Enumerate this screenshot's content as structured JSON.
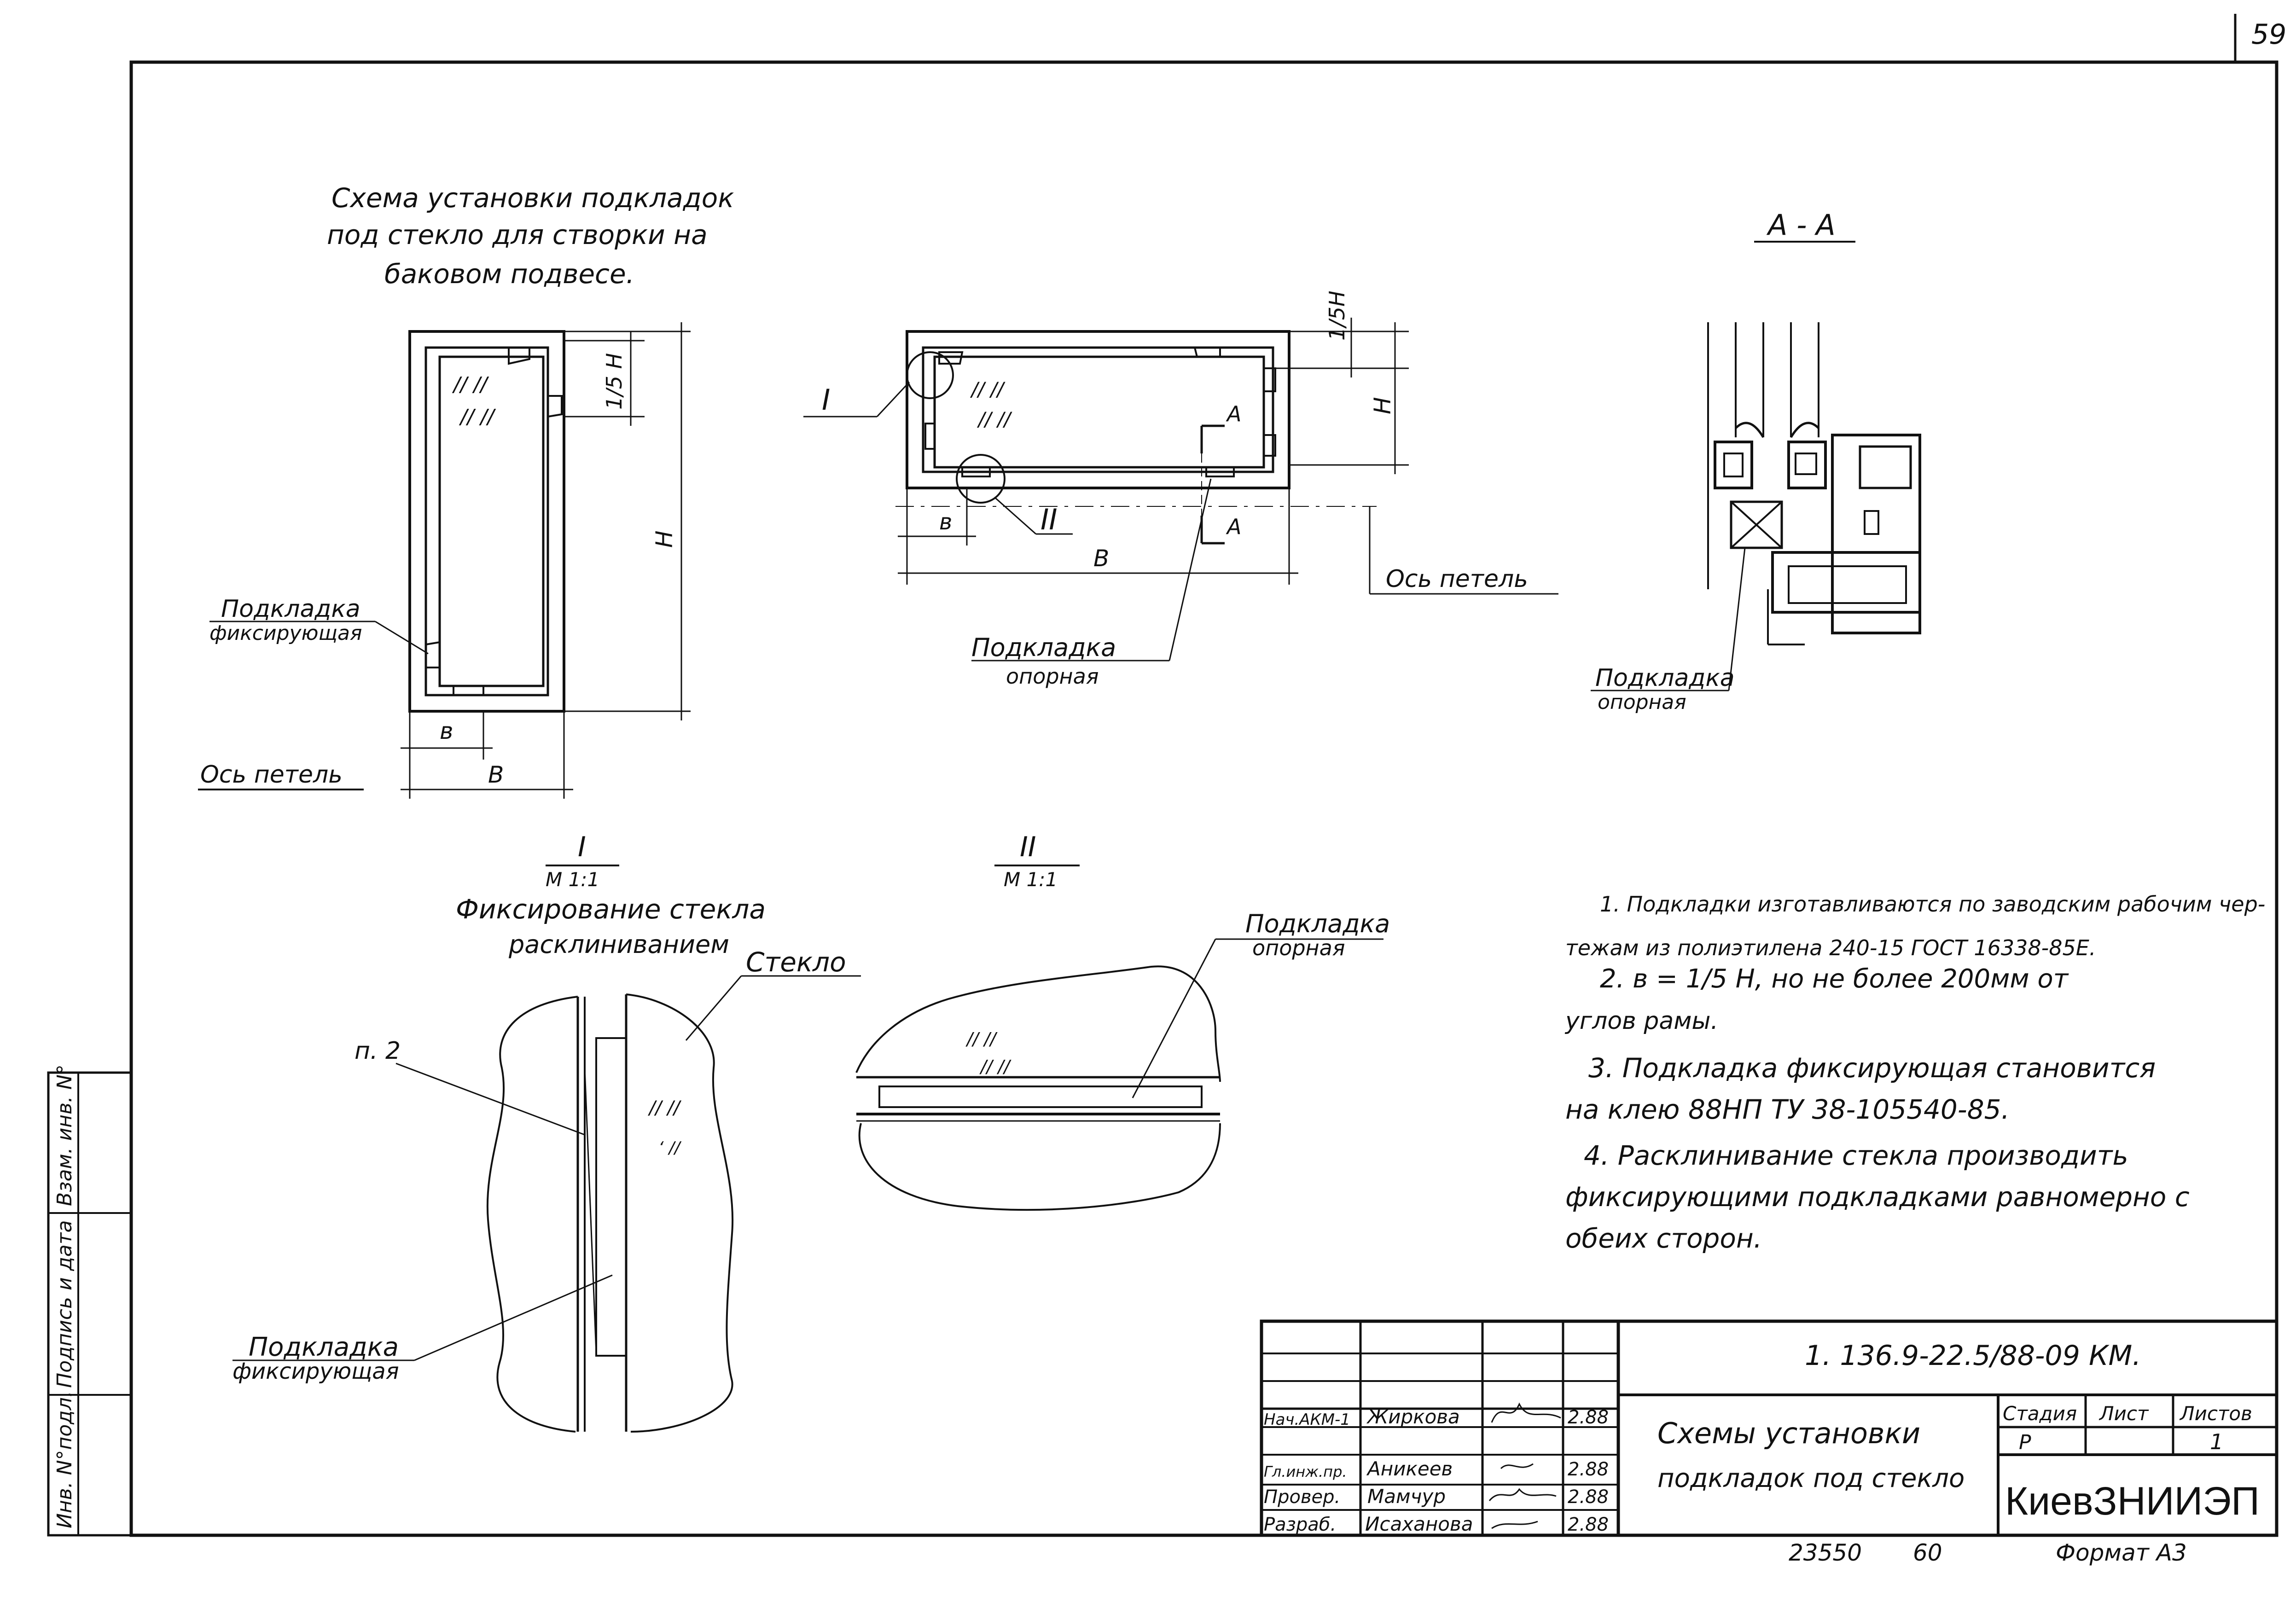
{
  "sheet_mark": "59",
  "title_block": {
    "code": "1. 136.9-22.5/88-09 КМ.",
    "name_line1": "Схемы установки",
    "name_line2": "подкладок под стекло",
    "stage_label": "Стадия",
    "sheet_label": "Лист",
    "sheets_label": "Листов",
    "stage_value": "Р",
    "sheets_value": "1",
    "org": "КиевЗНИИЭП",
    "format": "Формат А3",
    "bottom_num1": "23550",
    "bottom_num2": "60",
    "rows": [
      {
        "role": "Нач.АКМ-1",
        "name": "Жиркова",
        "date": "2.88"
      },
      {
        "role": "Гл.инж.пр.",
        "name": "Аникеев",
        "date": "2.88"
      },
      {
        "role": "Провер.",
        "name": "Мамчур",
        "date": "2.88"
      },
      {
        "role": "Разраб.",
        "name": "Исаханова",
        "date": "2.88"
      }
    ]
  },
  "side_stamp": {
    "col1": "Инв. N°подл.",
    "col2": "Подпись и дата",
    "col3": "Взам. инв. N°"
  },
  "scheme_title": [
    "Схема установки подкладок",
    "под стекло для створки на",
    "баковом подвесе."
  ],
  "left_fig": {
    "label_fix1": "Подкладка",
    "label_fix2": "фиксирующая",
    "axis_label": "Ось петель",
    "dim_h5": "1/5 Н",
    "dim_h": "Н",
    "dim_b_small": "в",
    "dim_b": "В"
  },
  "mid_fig": {
    "callout_I": "I",
    "callout_II": "II",
    "section_a": "А",
    "dim_h5": "1/5Н",
    "dim_h": "Н",
    "dim_b_small": "в",
    "dim_b": "В",
    "axis_label": "Ось петель",
    "label_sup1": "Подкладка",
    "label_sup2": "опорная"
  },
  "section_aa": {
    "title": "А - А",
    "label1": "Подкладка",
    "label2": "опорная"
  },
  "detail_I": {
    "num": "I",
    "scale": "М 1:1",
    "caption1": "Фиксирование стекла",
    "caption2": "расклиниванием",
    "glass": "Стекло",
    "note_ref": "п. 2",
    "label1": "Подкладка",
    "label2": "фиксирующая"
  },
  "detail_II": {
    "num": "II",
    "scale": "М 1:1",
    "label1": "Подкладка",
    "label2": "опорная"
  },
  "notes": [
    "1. Подкладки изготавливаются по заводским рабочим чер-",
    "тежам из полиэтилена 240-15 ГОСТ 16338-85Е.",
    "2. в = 1/5 Н, но не более 200мм от",
    "углов рамы.",
    "3. Подкладка фиксирующая становится",
    "на клею 88НП ТУ 38-105540-85.",
    "4. Расклинивание стекла производить",
    "фиксирующими подкладками равномерно с",
    "обеих сторон."
  ]
}
